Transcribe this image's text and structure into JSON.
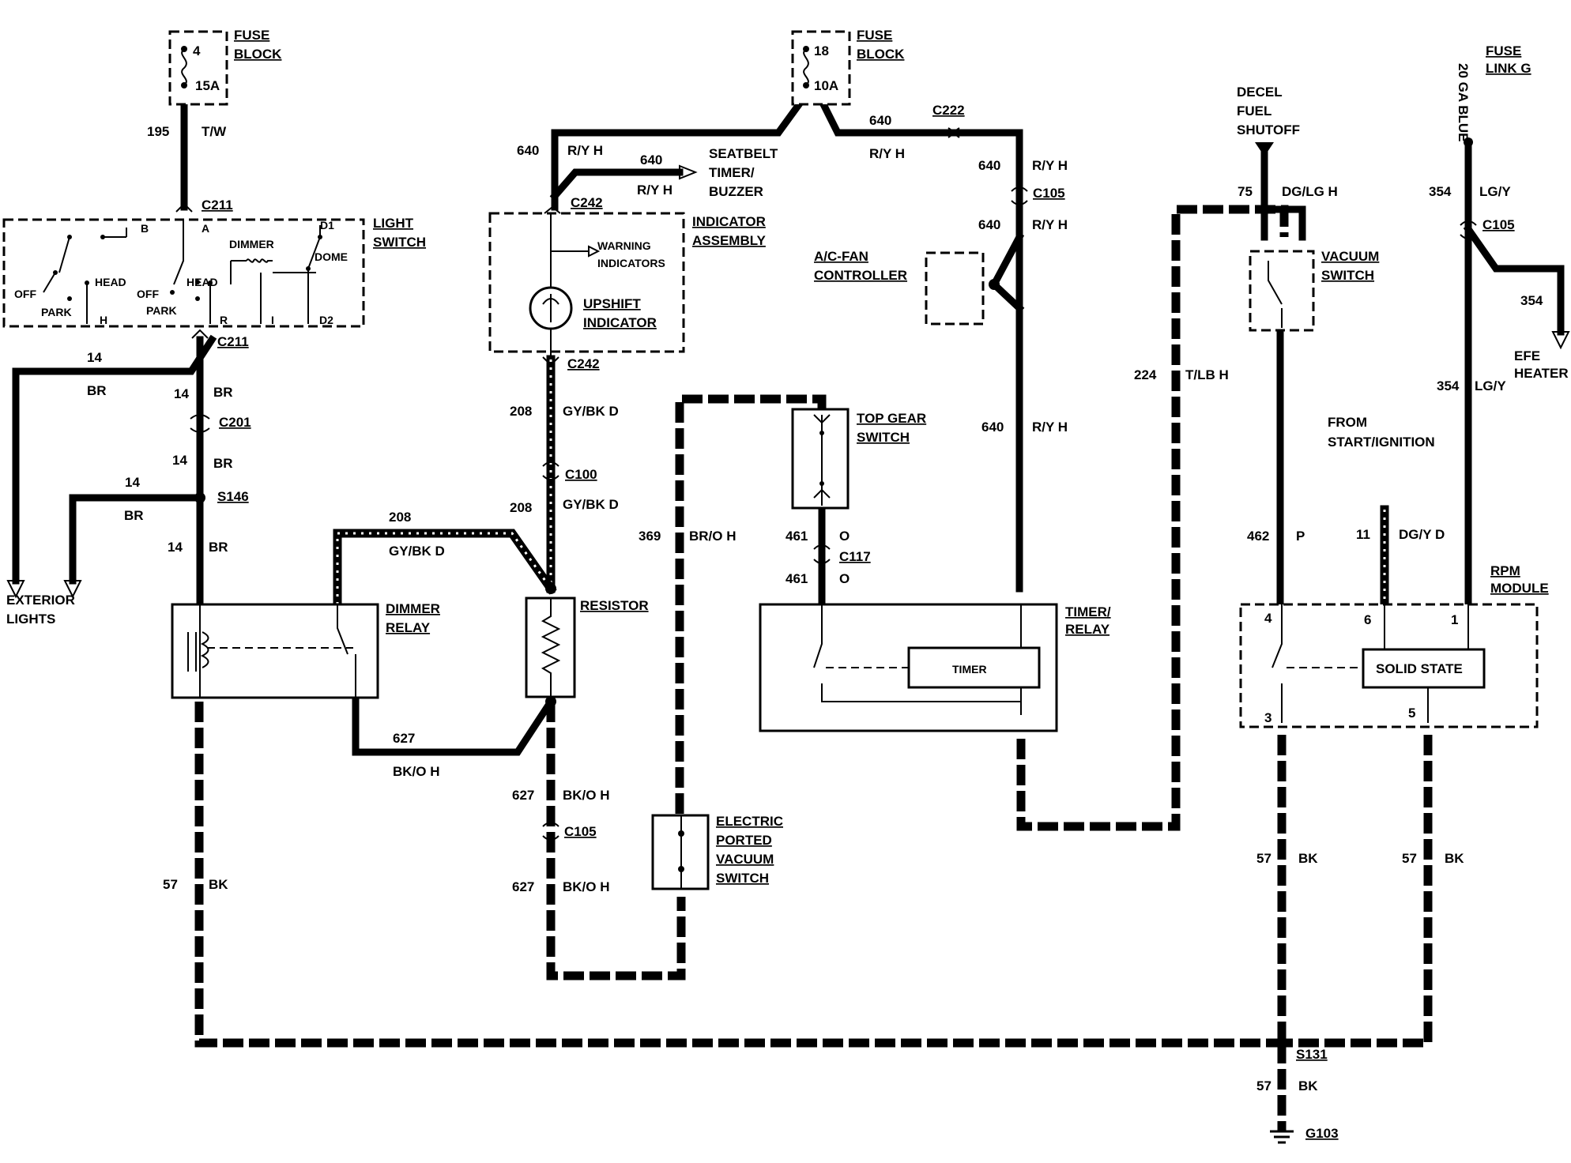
{
  "components": {
    "fuse_block_1": {
      "title": "FUSE",
      "title2": "BLOCK",
      "pin": "4",
      "rating": "15A"
    },
    "fuse_block_2": {
      "title": "FUSE",
      "title2": "BLOCK",
      "pin": "18",
      "rating": "10A"
    },
    "fuse_link_g": {
      "line1": "FUSE",
      "line2": "LINK G",
      "wire": "20 GA BLUE"
    },
    "light_switch": {
      "title": "LIGHT",
      "title2": "SWITCH",
      "B": "B",
      "A": "A",
      "D1": "D1",
      "dimmer": "DIMMER",
      "dome": "DOME",
      "head1": "HEAD",
      "head2": "HEAD",
      "off1": "OFF",
      "off2": "OFF",
      "park1": "PARK",
      "park2": "PARK",
      "H": "H",
      "R": "R",
      "I": "I",
      "D2": "D2"
    },
    "indicator_assembly": {
      "title": "INDICATOR",
      "title2": "ASSEMBLY",
      "warning1": "WARNING",
      "warning2": "INDICATORS",
      "upshift1": "UPSHIFT",
      "upshift2": "INDICATOR"
    },
    "seatbelt": {
      "line1": "SEATBELT",
      "line2": "TIMER/",
      "line3": "BUZZER"
    },
    "ac_fan": {
      "line1": "A/C-FAN",
      "line2": "CONTROLLER"
    },
    "decel": {
      "line1": "DECEL",
      "line2": "FUEL",
      "line3": "SHUTOFF"
    },
    "vacuum_switch": {
      "line1": "VACUUM",
      "line2": "SWITCH"
    },
    "efe": {
      "line1": "EFE",
      "line2": "HEATER"
    },
    "top_gear": {
      "line1": "TOP GEAR",
      "line2": "SWITCH"
    },
    "dimmer_relay": {
      "line1": "DIMMER",
      "line2": "RELAY"
    },
    "resistor": {
      "label": "RESISTOR"
    },
    "timer_relay": {
      "line1": "TIMER/",
      "line2": "RELAY",
      "inner": "TIMER"
    },
    "rpm_module": {
      "line1": "RPM",
      "line2": "MODULE",
      "inner": "SOLID STATE",
      "p4": "4",
      "p6": "6",
      "p1": "1",
      "p3": "3",
      "p5": "5"
    },
    "electric_ported": {
      "line1": "ELECTRIC",
      "line2": "PORTED",
      "line3": "VACUUM",
      "line4": "SWITCH"
    },
    "exterior_lights": {
      "line1": "EXTERIOR",
      "line2": "LIGHTS"
    },
    "from_start": {
      "line1": "FROM",
      "line2": "START/IGNITION"
    },
    "ground": {
      "label": "G103"
    }
  },
  "connectors": {
    "c211a": "C211",
    "c211b": "C211",
    "c201": "C201",
    "s146": "S146",
    "c242a": "C242",
    "c242b": "C242",
    "c100": "C100",
    "c105a": "C105",
    "c105b": "C105",
    "c222": "C222",
    "c105c": "C105",
    "c117": "C117",
    "s131": "S131"
  },
  "wires": {
    "w195": {
      "num": "195",
      "color": "T/W"
    },
    "w14a": {
      "num": "14",
      "color": "BR"
    },
    "w14b": {
      "num": "14",
      "color": "BR"
    },
    "w14c": {
      "num": "14",
      "color": "BR"
    },
    "w14d": {
      "num": "14",
      "color": "BR"
    },
    "w14e": {
      "num": "14",
      "color": "BR"
    },
    "w640a": {
      "num": "640",
      "color": "R/Y H"
    },
    "w640b": {
      "num": "640",
      "color": "R/Y H"
    },
    "w640c": {
      "num": "640",
      "color": "R/Y H"
    },
    "w640d": {
      "num": "640",
      "color": "R/Y H"
    },
    "w640e": {
      "num": "640",
      "color": "R/Y H"
    },
    "w640f": {
      "num": "640",
      "color": "R/Y H"
    },
    "w208a": {
      "num": "208",
      "color": "GY/BK D"
    },
    "w208b": {
      "num": "208",
      "color": "GY/BK D"
    },
    "w208c": {
      "num": "208",
      "color": "GY/BK D"
    },
    "w627a": {
      "num": "627",
      "color": "BK/O H"
    },
    "w627b": {
      "num": "627",
      "color": "BK/O H"
    },
    "w627c": {
      "num": "627",
      "color": "BK/O H"
    },
    "w369": {
      "num": "369",
      "color": "BR/O H"
    },
    "w461a": {
      "num": "461",
      "color": "O"
    },
    "w461b": {
      "num": "461",
      "color": "O"
    },
    "w224": {
      "num": "224",
      "color": "T/LB H"
    },
    "w75": {
      "num": "75",
      "color": "DG/LG H"
    },
    "w462": {
      "num": "462",
      "color": "P"
    },
    "w11": {
      "num": "11",
      "color": "DG/Y D"
    },
    "w354a": {
      "num": "354",
      "color": "LG/Y"
    },
    "w354b": {
      "num": "354"
    },
    "w354c": {
      "num": "354",
      "color": "LG/Y"
    },
    "w57a": {
      "num": "57",
      "color": "BK"
    },
    "w57b": {
      "num": "57",
      "color": "BK"
    },
    "w57c": {
      "num": "57",
      "color": "BK"
    },
    "w57d": {
      "num": "57",
      "color": "BK"
    }
  }
}
